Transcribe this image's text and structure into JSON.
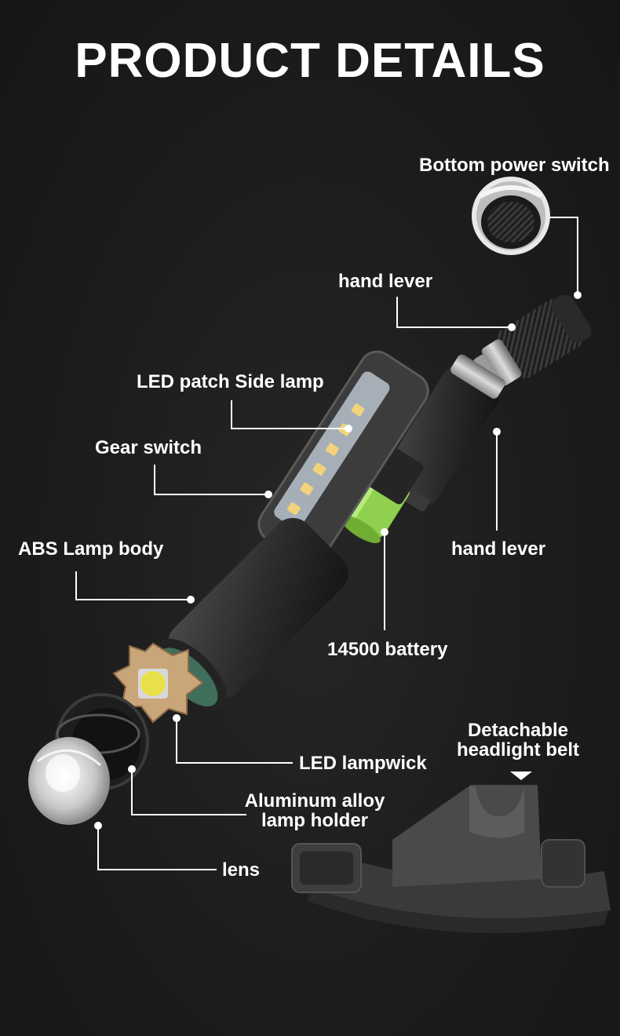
{
  "title": "PRODUCT DETAILS",
  "labels": {
    "bottom_power_switch": "Bottom power switch",
    "hand_lever_top": "hand lever",
    "led_patch_side_lamp": "LED patch Side lamp",
    "gear_switch": "Gear switch",
    "abs_lamp_body": "ABS Lamp body",
    "hand_lever_right": "hand lever",
    "battery": "14500 battery",
    "led_lampwick": "LED lampwick",
    "headlight_belt_line1": "Detachable",
    "headlight_belt_line2": "headlight belt",
    "lamp_holder_line1": "Aluminum alloy",
    "lamp_holder_line2": "lamp holder",
    "lens": "lens"
  },
  "colors": {
    "background": "#1b1b1b",
    "text": "#ffffff",
    "battery_accent": "#8fd14f",
    "led_chip": "#e8e04a",
    "pcb": "#3f6e5a"
  },
  "icons": [
    "flashlight-illustration",
    "headband-illustration",
    "power-switch-inset",
    "pointer-arrow-icon"
  ]
}
